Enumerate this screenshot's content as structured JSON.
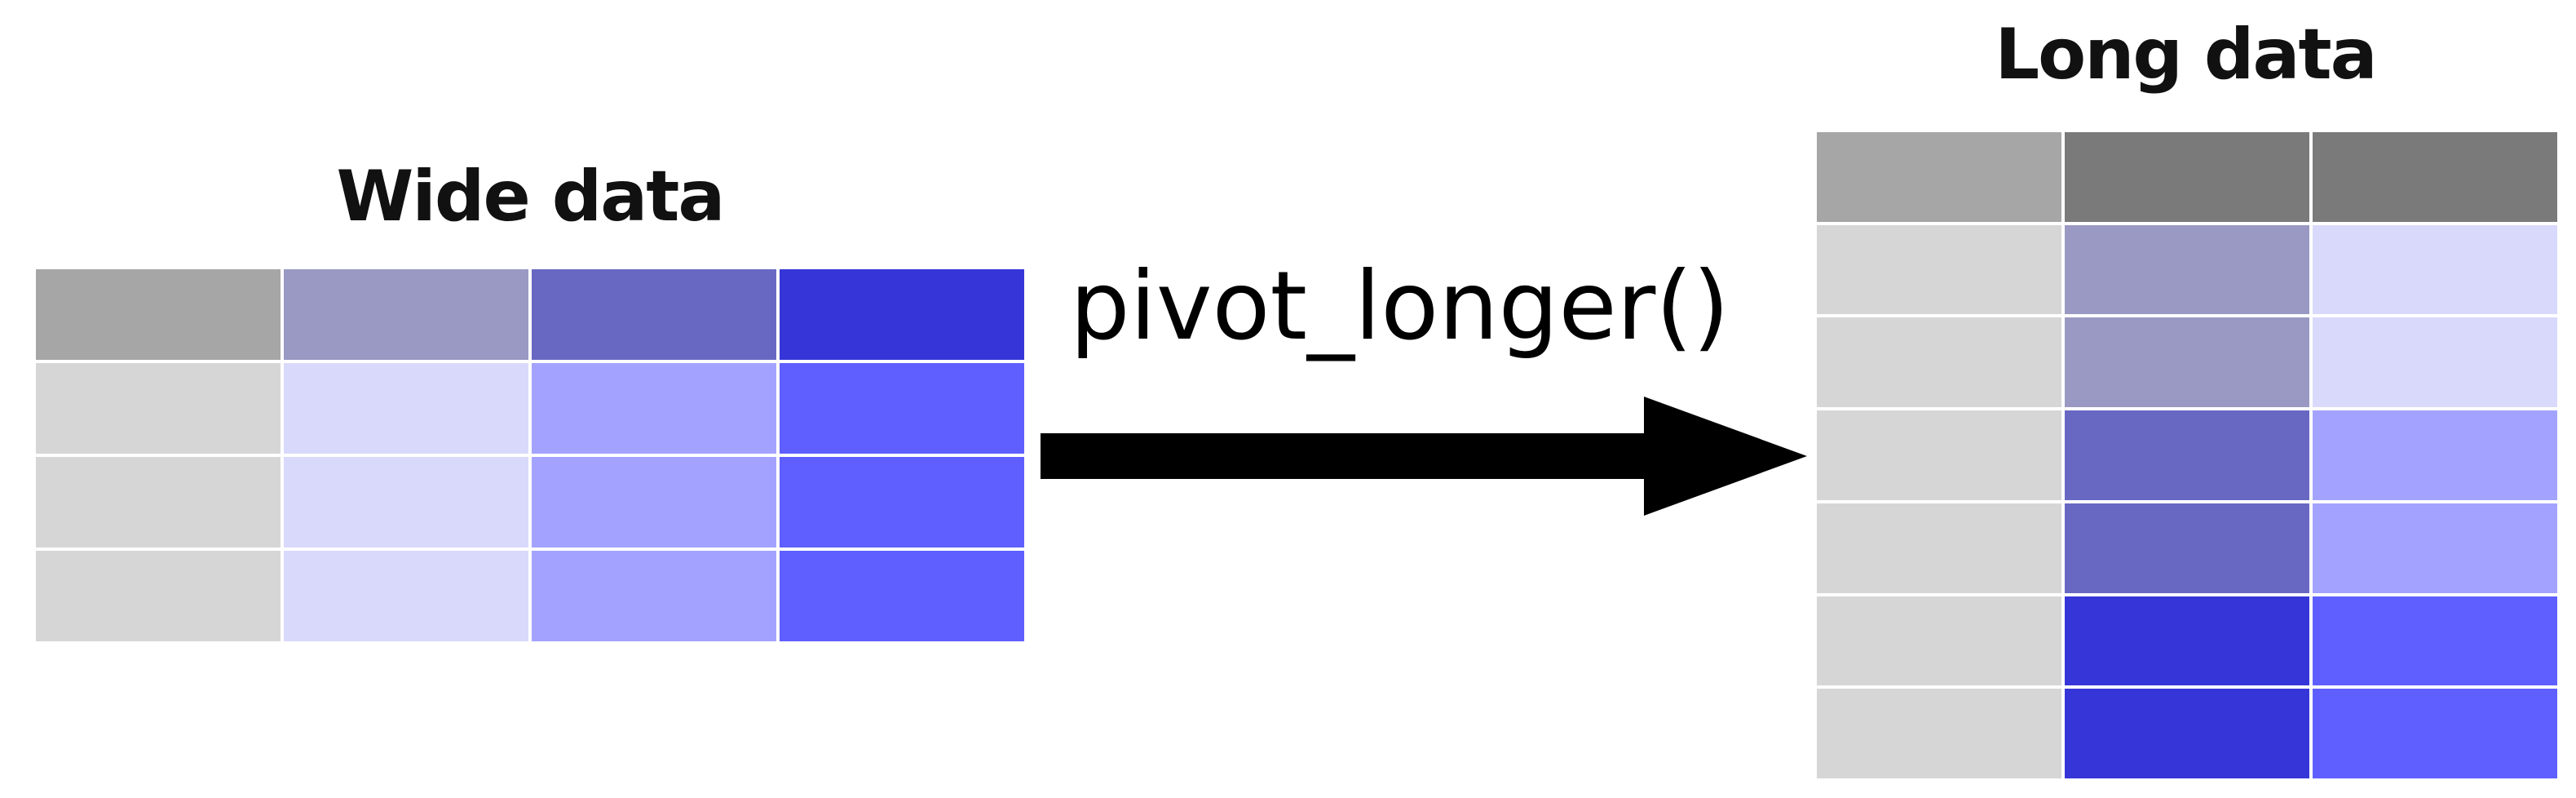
{
  "wide": {
    "title": "Wide data",
    "rows": [
      [
        "#a6a6a6",
        "#9999c3",
        "#6868c3",
        "#3636d8"
      ],
      [
        "#d6d6d6",
        "#d9d9fb",
        "#a3a3ff",
        "#5f5fff"
      ],
      [
        "#d6d6d6",
        "#d9d9fb",
        "#a3a3ff",
        "#5f5fff"
      ],
      [
        "#d6d6d6",
        "#d9d9fb",
        "#a3a3ff",
        "#5f5fff"
      ]
    ]
  },
  "operation": {
    "label": "pivot_longer()",
    "arrow_color": "#000000"
  },
  "long": {
    "title": "Long data",
    "rows": [
      [
        "#a6a6a6",
        "#7a7a7a",
        "#7a7a7a"
      ],
      [
        "#d6d6d6",
        "#9999c3",
        "#d9d9fb"
      ],
      [
        "#d6d6d6",
        "#9999c3",
        "#d9d9fb"
      ],
      [
        "#d6d6d6",
        "#6868c3",
        "#a3a3ff"
      ],
      [
        "#d6d6d6",
        "#6868c3",
        "#a3a3ff"
      ],
      [
        "#d6d6d6",
        "#3636d8",
        "#5f5fff"
      ],
      [
        "#d6d6d6",
        "#3636d8",
        "#5f5fff"
      ]
    ]
  }
}
